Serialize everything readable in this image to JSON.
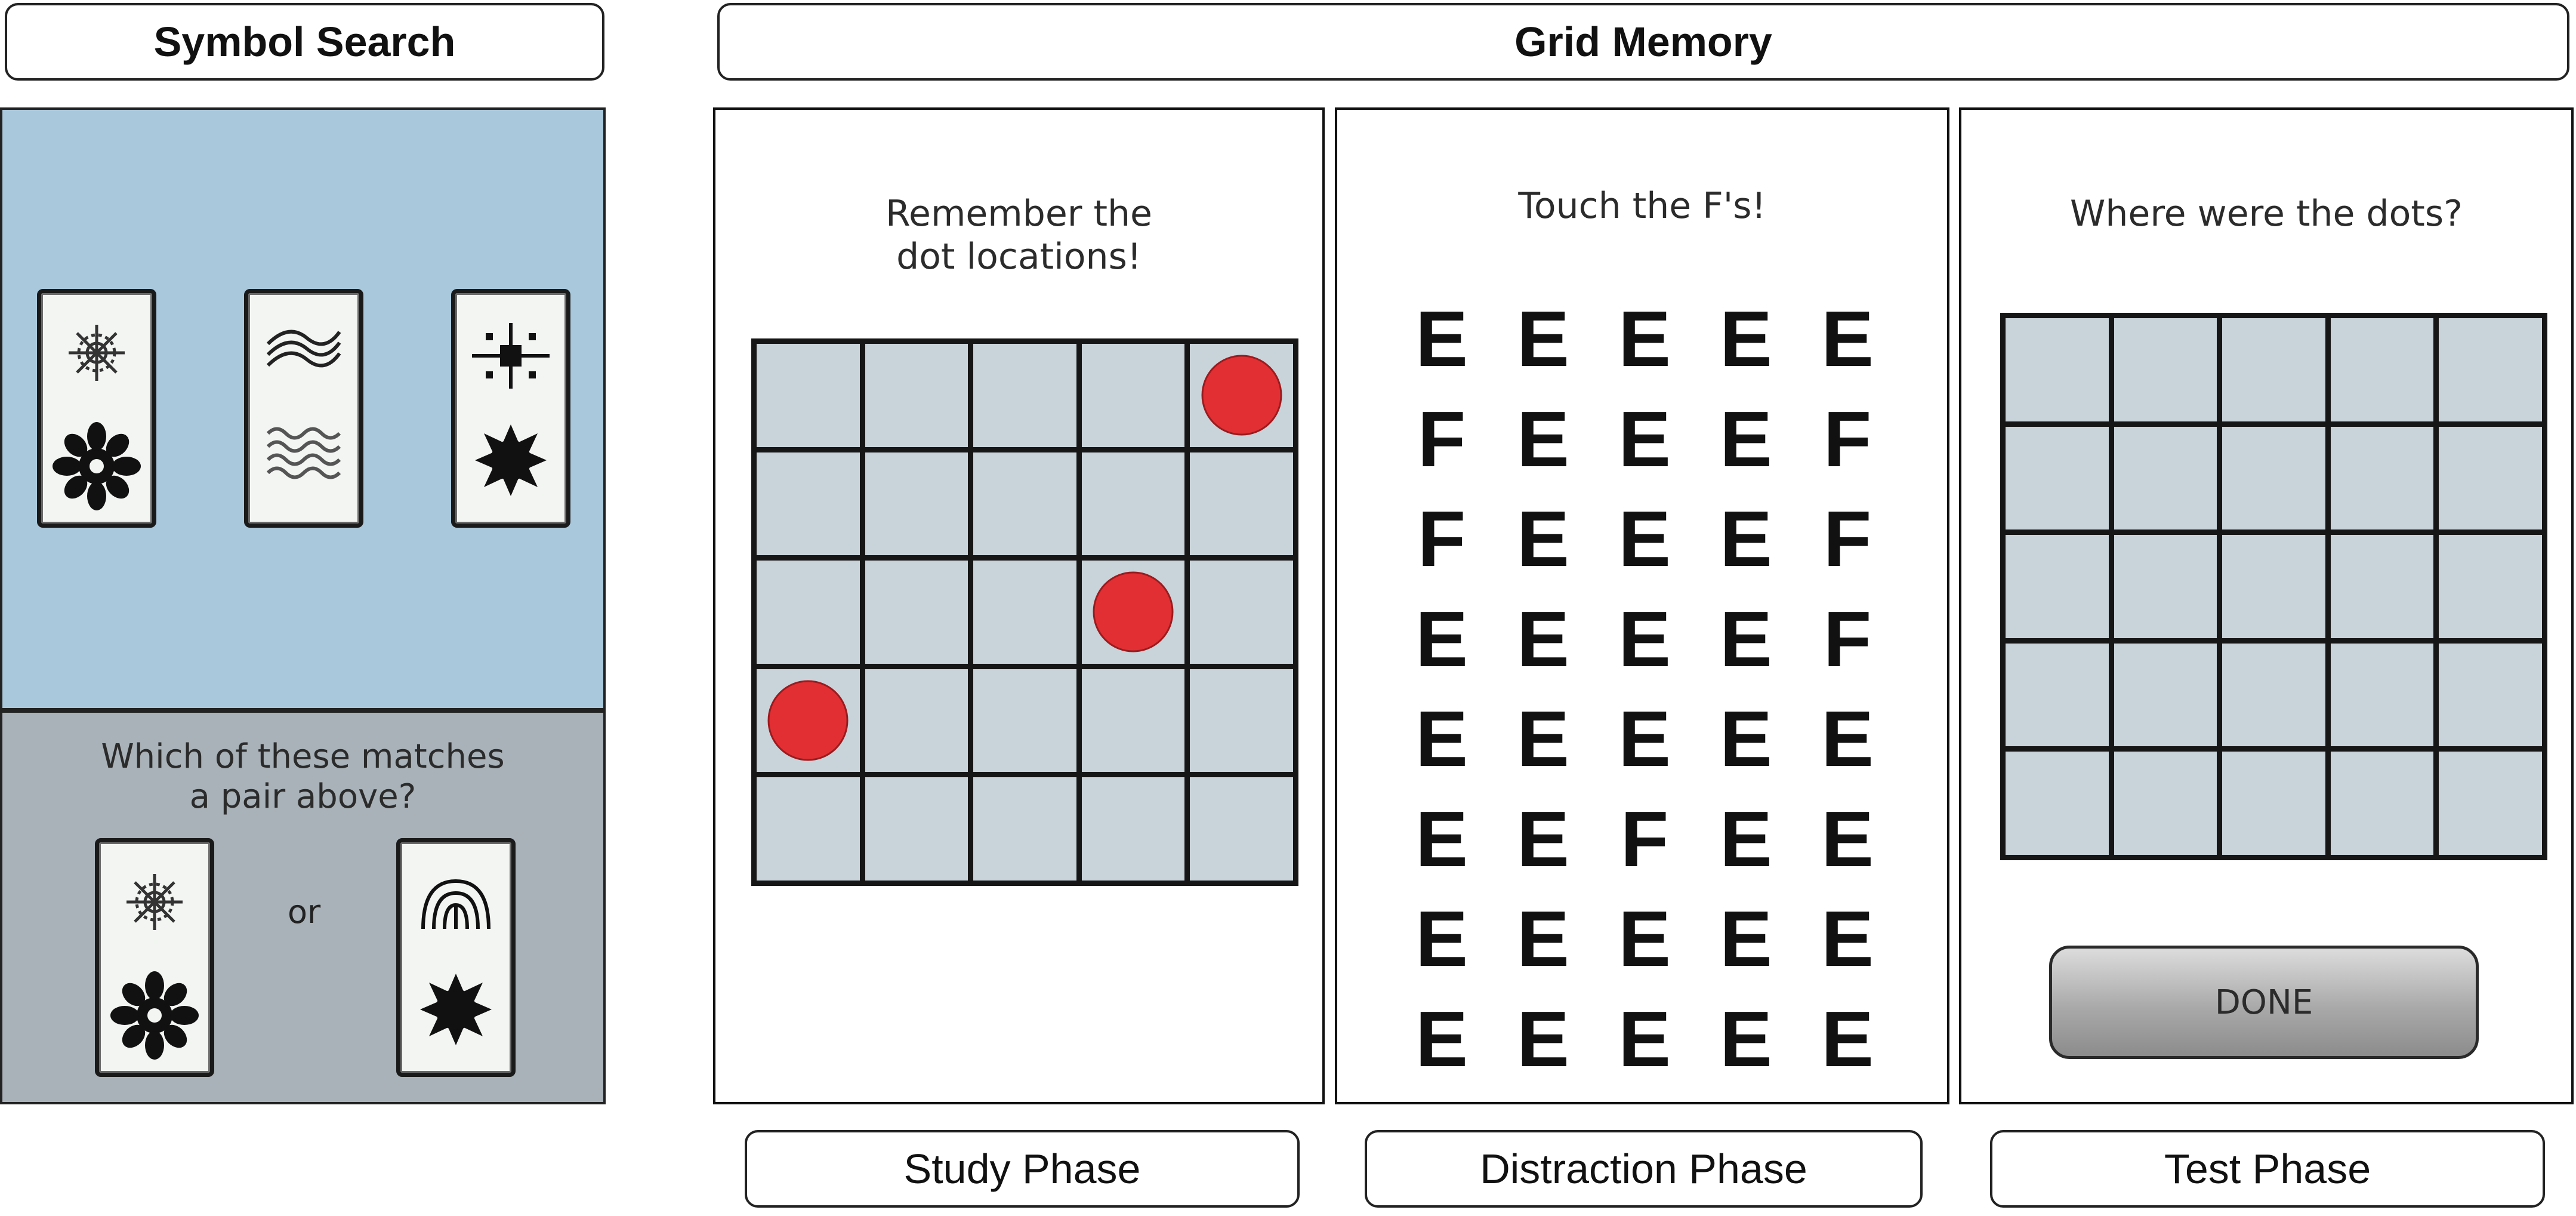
{
  "headers": {
    "symbol_search": "Symbol Search",
    "grid_memory": "Grid Memory"
  },
  "symbol_search": {
    "question": "Which of these matches a pair above?",
    "or_label": "or",
    "top_cards": [
      {
        "symbols": [
          "snowflake-outline-icon",
          "starburst-filled-icon"
        ]
      },
      {
        "symbols": [
          "wave-lines-icon",
          "water-ripple-icon"
        ]
      },
      {
        "symbols": [
          "cross-square-icon",
          "spiky-ball-icon"
        ]
      }
    ],
    "choice_cards": [
      {
        "symbols": [
          "snowflake-outline-icon",
          "starburst-filled-icon"
        ]
      },
      {
        "symbols": [
          "fountain-arcs-icon",
          "spiky-ball-icon"
        ]
      }
    ]
  },
  "study": {
    "prompt": "Remember the dot locations!",
    "dots": [
      [
        0,
        4
      ],
      [
        2,
        3
      ],
      [
        3,
        0
      ]
    ],
    "dot_color": "#e22f33"
  },
  "distraction": {
    "prompt": "Touch the F's!",
    "letters": [
      [
        "E",
        "E",
        "E",
        "E",
        "E"
      ],
      [
        "F",
        "E",
        "E",
        "E",
        "F"
      ],
      [
        "F",
        "E",
        "E",
        "E",
        "F"
      ],
      [
        "E",
        "E",
        "E",
        "E",
        "F"
      ],
      [
        "E",
        "E",
        "E",
        "E",
        "E"
      ],
      [
        "E",
        "E",
        "F",
        "E",
        "E"
      ],
      [
        "E",
        "E",
        "E",
        "E",
        "E"
      ],
      [
        "E",
        "E",
        "E",
        "E",
        "E"
      ]
    ]
  },
  "test": {
    "prompt": "Where were the dots?",
    "done_label": "DONE"
  },
  "phases": {
    "study": "Study Phase",
    "distraction": "Distraction Phase",
    "test": "Test Phase"
  },
  "colors": {
    "symbol_top_bg": "#a9c8dc",
    "symbol_bottom_bg": "#a9b2b8",
    "grid_cell": "#c9d4da"
  }
}
